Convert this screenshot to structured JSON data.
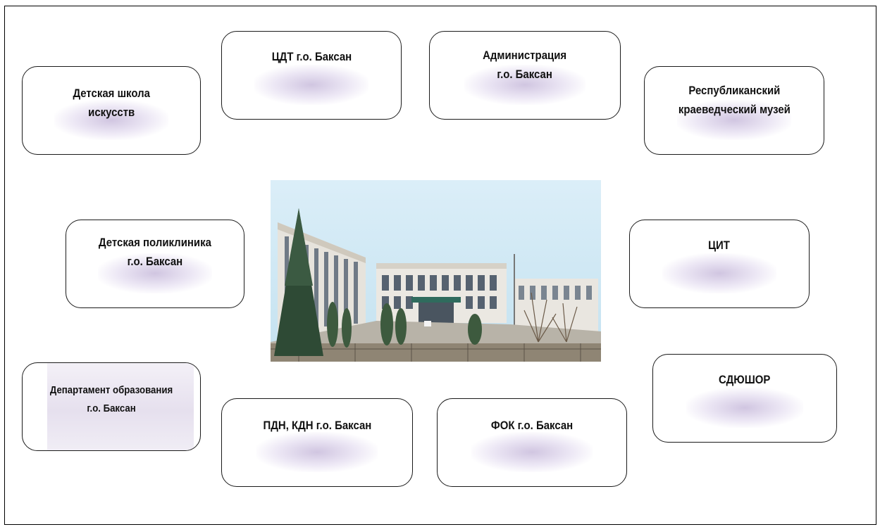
{
  "diagram": {
    "nodes": [
      {
        "id": "detskaya-shkola",
        "label": "Детская школа\nискусств"
      },
      {
        "id": "cdt",
        "label": "ЦДТ г.о. Баксан"
      },
      {
        "id": "administraciya",
        "label": "Администрация\nг.о. Баксан"
      },
      {
        "id": "muzey",
        "label": "Республиканский\nкраеведческий музей"
      },
      {
        "id": "poliklinika",
        "label": "Детская поликлиника\nг.о.  Баксан"
      },
      {
        "id": "cit",
        "label": "ЦИТ"
      },
      {
        "id": "departament",
        "label": "Департамент образования\nг.о. Баксан"
      },
      {
        "id": "pdn",
        "label": "ПДН, КДН г.о. Баксан"
      },
      {
        "id": "fok",
        "label": "ФОК  г.о. Баксан"
      },
      {
        "id": "sdyushor",
        "label": "СДЮШОР"
      }
    ]
  }
}
